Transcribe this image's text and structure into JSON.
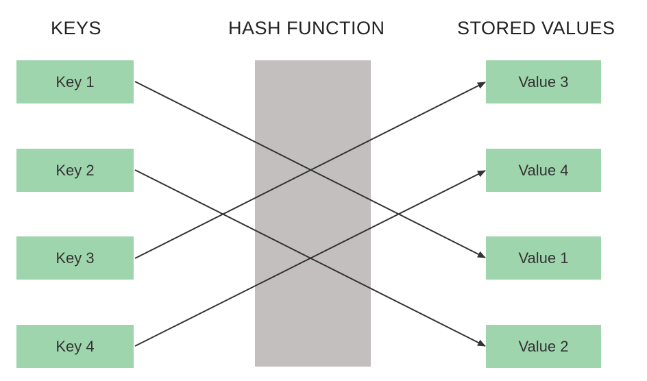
{
  "headers": {
    "keys": "KEYS",
    "hash_function": "HASH FUNCTION",
    "stored_values": "STORED VALUES"
  },
  "keys": [
    "Key 1",
    "Key 2",
    "Key 3",
    "Key 4"
  ],
  "values": [
    "Value 3",
    "Value 4",
    "Value 1",
    "Value 2"
  ],
  "mapping": [
    {
      "key": "Key 1",
      "value": "Value 1"
    },
    {
      "key": "Key 2",
      "value": "Value 2"
    },
    {
      "key": "Key 3",
      "value": "Value 3"
    },
    {
      "key": "Key 4",
      "value": "Value 4"
    }
  ],
  "colors": {
    "box_fill": "#9fd5ad",
    "hash_band": "#c3bfbf",
    "arrow": "#333333"
  }
}
